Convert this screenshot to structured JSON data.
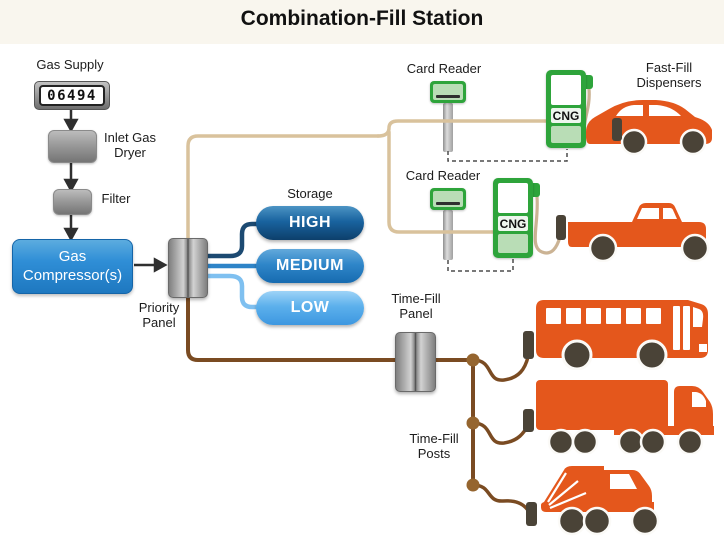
{
  "title": "Combination-Fill Station",
  "supply": {
    "gas_supply_label": "Gas Supply",
    "meter_value": "06494",
    "dryer_label": "Inlet Gas Dryer",
    "filter_label": "Filter",
    "compressor_label": "Gas Compressor(s)"
  },
  "priority_panel_label": "Priority Panel",
  "storage": {
    "label": "Storage",
    "levels": [
      {
        "name": "HIGH",
        "color": "#0D3F6B"
      },
      {
        "name": "MEDIUM",
        "color": "#2F86C9"
      },
      {
        "name": "LOW",
        "color": "#5CB0EC"
      }
    ]
  },
  "fast_fill": {
    "section_label": "Fast-Fill Dispensers",
    "card_reader_label": "Card Reader",
    "dispenser_label": "CNG",
    "vehicles": [
      "car",
      "pickup-truck"
    ]
  },
  "time_fill": {
    "panel_label": "Time-Fill Panel",
    "posts_label": "Time-Fill Posts",
    "vehicles": [
      "bus",
      "semi-truck",
      "garbage-truck"
    ]
  },
  "colors": {
    "vehicle_orange": "#E4571C",
    "dispenser_green": "#2EA43B",
    "dispenser_light_green": "#B9DDB6",
    "fast_fill_line_tan": "#D9C29C",
    "time_fill_line_brown": "#7A4B22",
    "compressor_blue": "#2F8ED6"
  }
}
